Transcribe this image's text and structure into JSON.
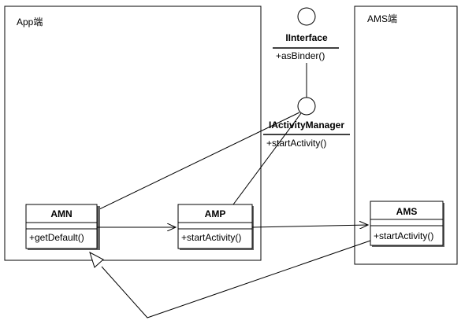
{
  "packages": {
    "app": {
      "label": "App端"
    },
    "ams": {
      "label": "AMS端"
    }
  },
  "interfaces": {
    "iinterface": {
      "name": "IInterface",
      "method": "+asBinder()"
    },
    "iactivitymanager": {
      "name": "IActivityManager",
      "method": "+startActivity()"
    }
  },
  "classes": {
    "amn": {
      "name": "AMN",
      "method": "+getDefault()"
    },
    "amp": {
      "name": "AMP",
      "method": "+startActivity()"
    },
    "ams": {
      "name": "AMS",
      "method": "+startActivity()"
    }
  },
  "colors": {
    "line": "#000000",
    "background": "#ffffff",
    "border_shadow": "#666666"
  }
}
